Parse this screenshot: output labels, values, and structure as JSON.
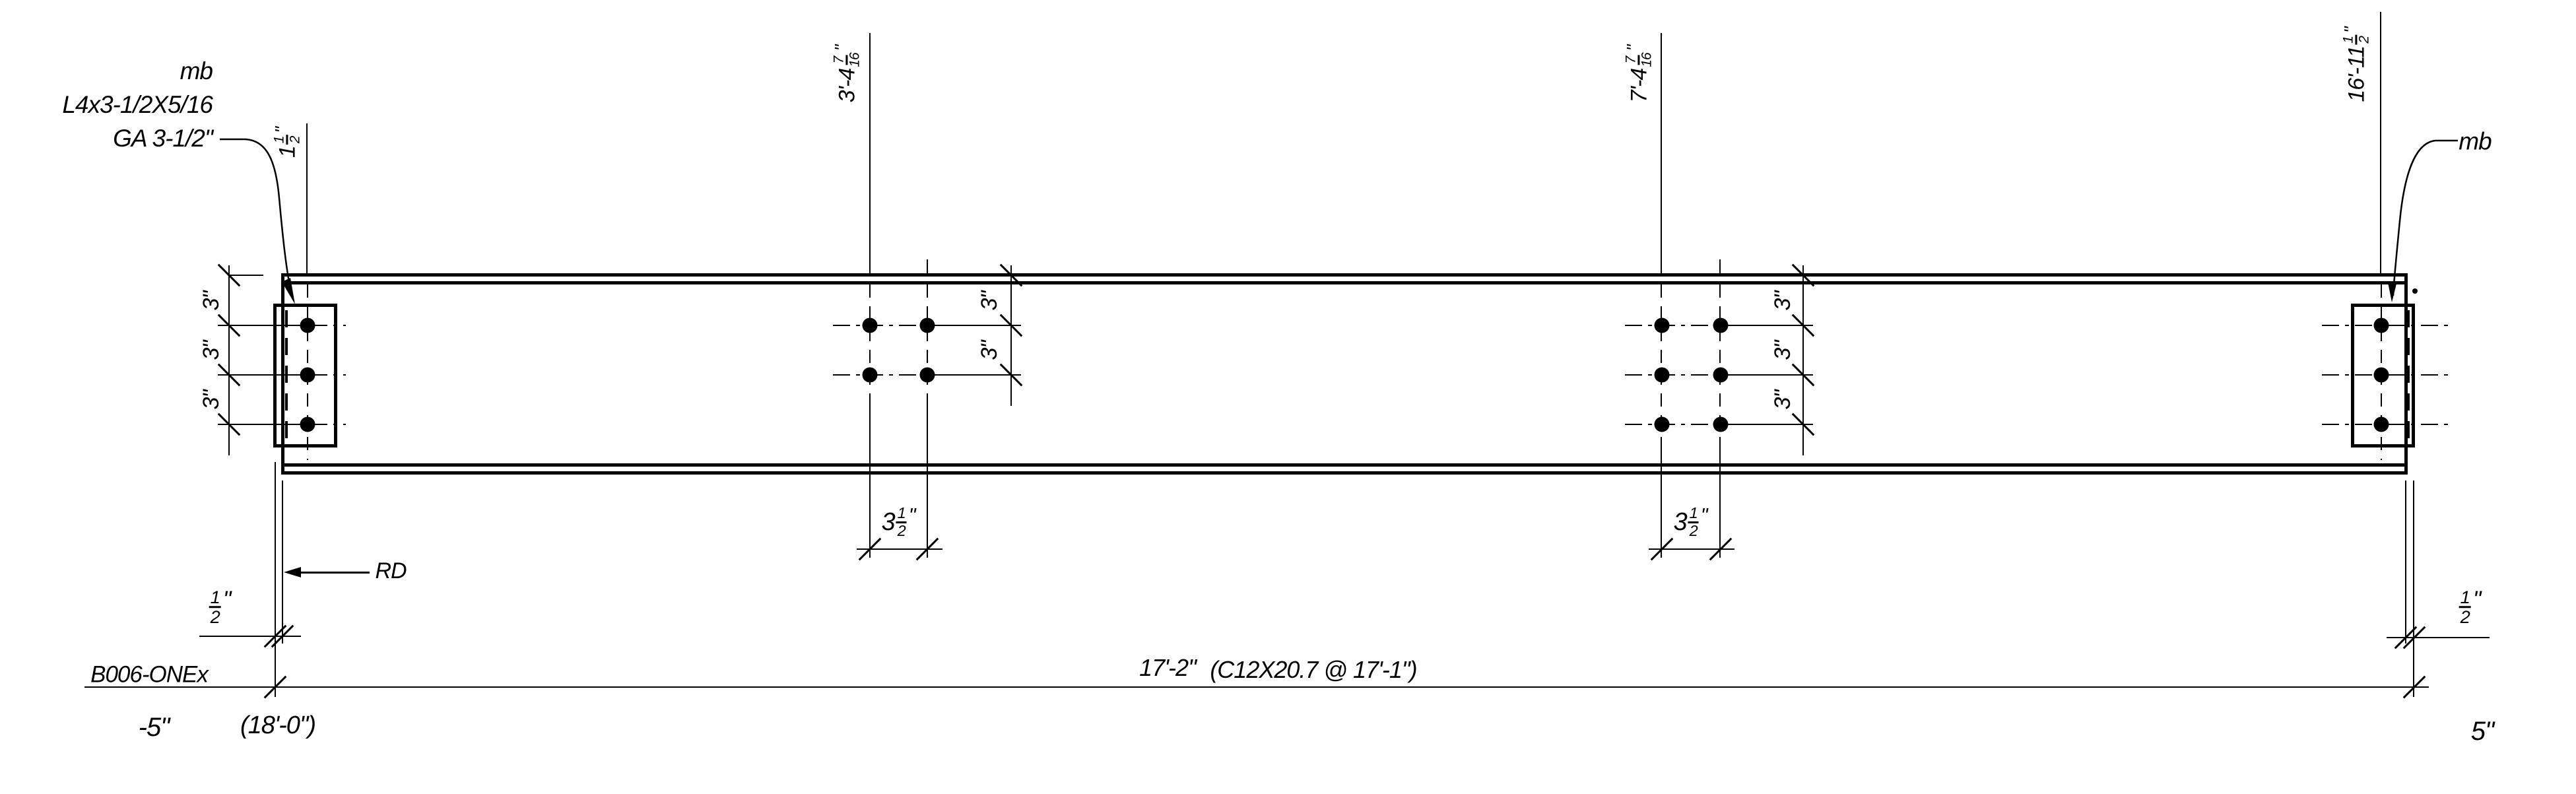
{
  "notes_top_left": {
    "mark": "mb",
    "angle_size": "L4x3-1/2X5/16",
    "gauge": "GA 3-1/2\""
  },
  "notes_top_right": {
    "mark": "mb"
  },
  "labels": {
    "rd": "RD",
    "piece_mark": "B006-ONEx",
    "offset_left": "-5\"",
    "grid_span": "(18'-0\")",
    "offset_right": "5\"",
    "length_dim": "17'-2\"",
    "material_note": "(C12X20.7 @ 17'-1\")",
    "three_inch": "3\""
  },
  "fraction_dims": {
    "half_inch": {
      "whole": "",
      "num": "1",
      "den": "2",
      "suffix": "\""
    },
    "three_and_half": {
      "whole": "3",
      "num": "1",
      "den": "2",
      "suffix": "\""
    },
    "run_1_half": {
      "whole": "1",
      "num": "1",
      "den": "2",
      "suffix": "\""
    },
    "run_3ft_4": {
      "whole": "3'-4",
      "num": "7",
      "den": "16",
      "suffix": "\""
    },
    "run_7ft_4": {
      "whole": "7'-4",
      "num": "7",
      "den": "16",
      "suffix": "\""
    },
    "run_16ft_11": {
      "whole": "16'-11",
      "num": "1",
      "den": "2",
      "suffix": "\""
    }
  }
}
